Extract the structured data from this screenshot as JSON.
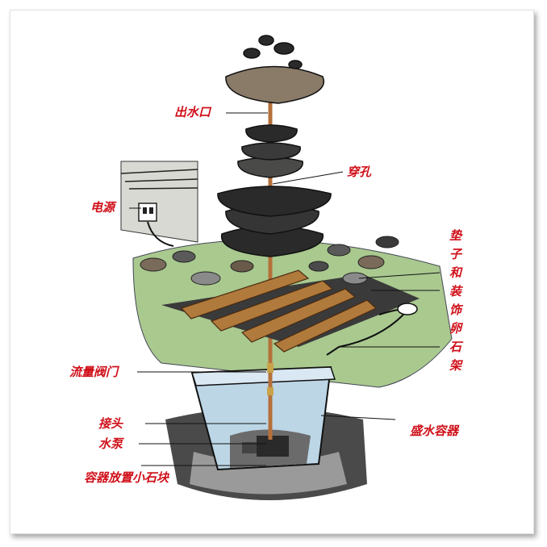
{
  "labels": {
    "outlet": "出水口",
    "hole": "穿孔",
    "power": "电源",
    "rack": "垫子和装饰卵石架",
    "flow_valve": "流量阀门",
    "container": "盛水容器",
    "connector": "接头",
    "pump": "水泵",
    "stones": "容器放置小石块"
  },
  "colors": {
    "label": "#d0101a",
    "grass": "#a9c98f",
    "stone_dark": "#2a2a2a",
    "wood": "#b07a3c",
    "water": "#bcd6e6",
    "pipe": "#b5703a"
  }
}
